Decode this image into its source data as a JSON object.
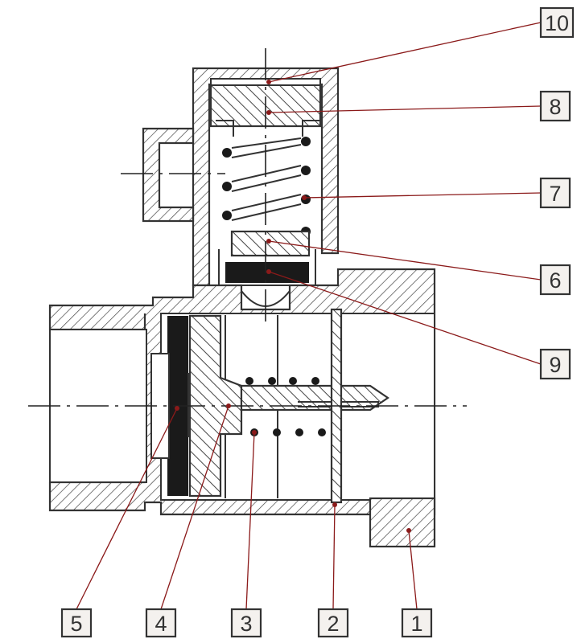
{
  "callouts": [
    {
      "id": "c10",
      "label": "10"
    },
    {
      "id": "c8",
      "label": "8"
    },
    {
      "id": "c7",
      "label": "7"
    },
    {
      "id": "c6",
      "label": "6"
    },
    {
      "id": "c9",
      "label": "9"
    },
    {
      "id": "c5",
      "label": "5"
    },
    {
      "id": "c4",
      "label": "4"
    },
    {
      "id": "c3",
      "label": "3"
    },
    {
      "id": "c2",
      "label": "2"
    },
    {
      "id": "c1",
      "label": "1"
    }
  ],
  "colors": {
    "leader": "#8b1a1a",
    "outline": "#333333",
    "fill": "#1a1a1a",
    "label_box": "#f4f1ee"
  }
}
